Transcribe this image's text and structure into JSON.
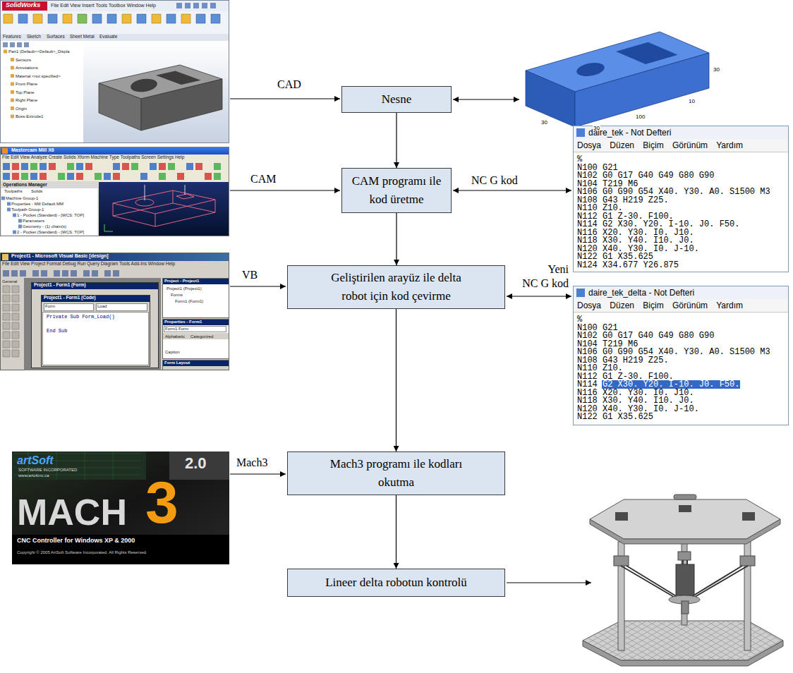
{
  "diagram": {
    "nodes": [
      {
        "text": [
          "Nesne"
        ]
      },
      {
        "text": [
          "CAM programı ile kod üretme"
        ]
      },
      {
        "text": [
          "Geliştirilen arayüz ile delta robot için kod çevirme"
        ]
      },
      {
        "text": [
          "Mach3 programı ile kodları okutma"
        ]
      },
      {
        "text": [
          "Lineer delta robotun kontrolü"
        ]
      }
    ],
    "edges": [
      {
        "from": 0,
        "to": 1,
        "arrow": "to"
      },
      {
        "from": 1,
        "to": 2,
        "arrow": "to"
      },
      {
        "from": 2,
        "to": 3,
        "arrow": "to"
      },
      {
        "from": 3,
        "to": 4,
        "arrow": "to"
      }
    ],
    "labels": [
      "SolidWorks",
      "File Edit View Insert Tools Toolbox Window Help",
      "Features",
      "Sketch",
      "Surfaces",
      "Sheet Metal",
      "Evaluate",
      "Part1 (Default<<Default>_Displa",
      "Sensors",
      "Annotations",
      "Material <not specified>",
      "Front Plane",
      "Top Plane",
      "Right Plane",
      "Origin",
      "Boss-Extrude1",
      "CAD",
      "30",
      "30",
      "100",
      "10",
      "30",
      "Mastercam Mill X6",
      "File Edit View Analyze Create Solids Xform Machine Type Toolpaths Screen Settings Help",
      "Operations Manager",
      "Toolpaths",
      "Solids",
      "Machine Group-1",
      "Properties - Mill Default MM",
      "Toolpath Group-1",
      "1 - Pocket (Standard) - [WCS: TOP]",
      "Parameters",
      "Geometry - (1) chain(s)",
      "2 - Pocket (Standard) - [WCS: TOP]",
      "CAM",
      "NC G kod",
      "daire_tek - Not Defteri",
      "Dosya Düzen Biçim Görünüm Yardım",
      "%",
      "N100 G21",
      "N102 G0 G17 G40 G49 G80 G90",
      "N104 T219 M6",
      "N106 G0 G90 G54 X40. Y30. A0. S1500 M3",
      "N108 G43 H219 Z25.",
      "N110 Z10.",
      "N112 G1 Z-30. F100.",
      "N114 G2 X30. Y20. I-10. J0. F50.",
      "N116 X20. Y30. I0. J10.",
      "N118 X30. Y40. I10. J0.",
      "N120 X40. Y30. I0. J-10.",
      "N122 G1 X35.625",
      "N124 X34.677 Y26.875",
      "Project1 - Microsoft Visual Basic [design]",
      "File Edit View Project Format Debug Run Query Diagram Tools Add-Ins Window Help",
      "General",
      "Project1 - Form1 (Form)",
      "Project1 - Form1 (Code)",
      "Form",
      "Load",
      "Private Sub Form_Load()",
      "End Sub",
      "Project - Project1",
      "Project1 (Project1)",
      "Forms",
      "Form1 (Form1)",
      "Properties - Form1",
      "Form1 Form",
      "Alphabetic",
      "Categorized",
      "Caption",
      "Form Layout",
      "VB",
      "Yeni",
      "NC G kod",
      "daire_tek_delta - Not Defteri",
      "Dosya Düzen Biçim Görünüm Yardım",
      "%",
      "N100 G21",
      "N102 G0 G17 G40 G49 G80 G90",
      "N104 T219 M6",
      "N106 G0 G90 G54 X40. Y30. A0. S1500 M3",
      "N108 G43 H219 Z25.",
      "N110 Z10.",
      "N112 G1 Z-30. F100.",
      "N114",
      "G2 X30. Y20. I-10. J0. F50.",
      "N116 X20. Y30. I0. J10.",
      "N118 X30. Y40. I10. J0.",
      "N120 X40. Y30. I0. J-10.",
      "N122 G1 X35.625",
      "artSoft",
      "SOFTWARE INCORPORATED",
      "www.artofcnc.ca",
      "2.0",
      "MACH",
      "3",
      "CNC Controller for Windows XP & 2000",
      "Copyright © 2005 ArtSoft Software Incorporated. All Rights Reserved.",
      "Mach3"
    ]
  }
}
